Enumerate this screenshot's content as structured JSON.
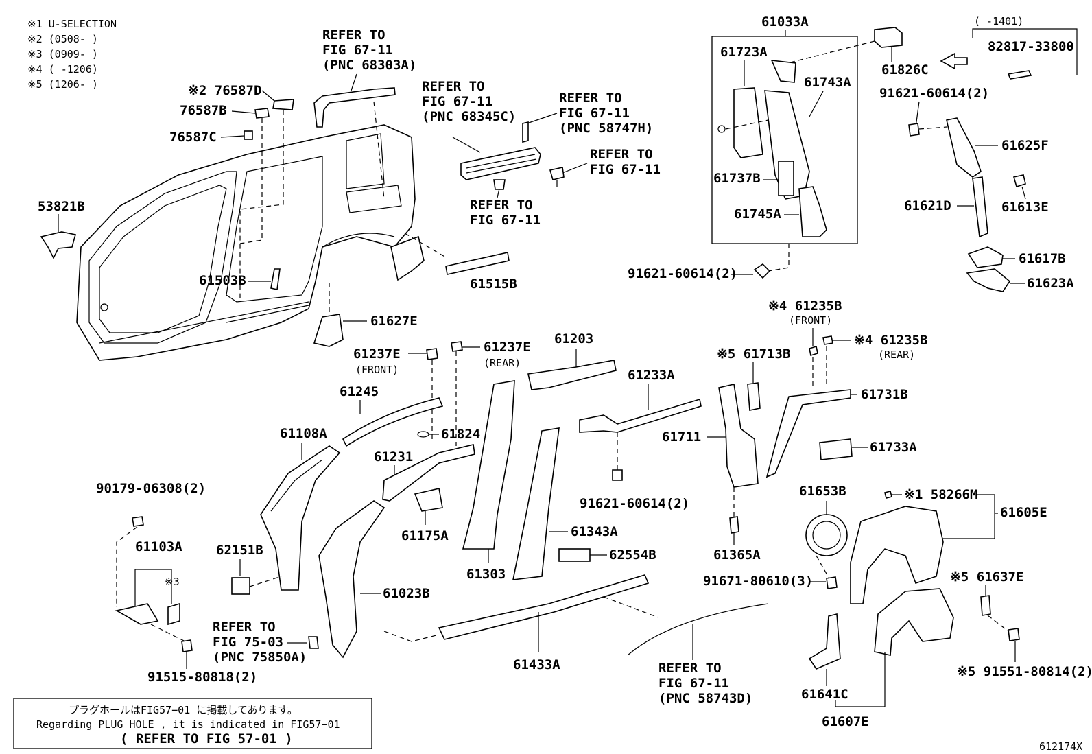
{
  "notes": [
    "※1 U-SELECTION",
    "※2 (0508-    )",
    "※3 (0909-    )",
    "※4 (    -1206)",
    "※5 (1206-    )"
  ],
  "range_label": "(    -1401)",
  "diagram_id": "612174X",
  "footer": {
    "line_jp": "プラグホールはFIG57−01 に掲載してあります。",
    "line_en": "Regarding PLUG HOLE , it is indicated in FIG57−01",
    "line_ref": "(  REFER TO FIG 57-01  )"
  },
  "labels": {
    "p76587D": "※2 76587D",
    "p76587B": "76587B",
    "p76587C": "76587C",
    "p53821B": "53821B",
    "p61503B": "61503B",
    "p61515B": "61515B",
    "p61627E": "61627E",
    "p61033A": "61033A",
    "p61723A": "61723A",
    "p61743A": "61743A",
    "p61737B": "61737B",
    "p61745A": "61745A",
    "p61826C": "61826C",
    "p82817": "82817-33800",
    "p91621a": "91621-60614(2)",
    "p91621b": "91621-60614(2)",
    "p91621c": "91621-60614(2)",
    "p61625F": "61625F",
    "p61621D": "61621D",
    "p61613E": "61613E",
    "p61617B": "61617B",
    "p61623A": "61623A",
    "p61235B_front": "※4 61235B",
    "front1": "(FRONT)",
    "p61235B_rear": "※4 61235B",
    "rear1": "(REAR)",
    "p61713B": "※5 61713B",
    "p61731B": "61731B",
    "p61733A": "61733A",
    "p61711": "61711",
    "p61233A": "61233A",
    "p61203": "61203",
    "p61237E_front": "61237E",
    "front2": "(FRONT)",
    "p61237E_rear": "61237E",
    "rear2": "(REAR)",
    "p61245": "61245",
    "p61824": "61824",
    "p61108A": "61108A",
    "p61231": "61231",
    "p61175A": "61175A",
    "p61303": "61303",
    "p61343A": "61343A",
    "p62554B": "62554B",
    "p62151B": "62151B",
    "p61023B": "61023B",
    "p90179": "90179-06308(2)",
    "p61103A": "61103A",
    "note3": "※3",
    "p91515": "91515-80818(2)",
    "p61433A": "61433A",
    "p61365A": "61365A",
    "p61653B": "61653B",
    "p91671": "91671-80610(3)",
    "p58266M": "※1 58266M",
    "p61605E": "61605E",
    "p61637E": "※5 61637E",
    "p91551": "※5 91551-80814(2)",
    "p61641C": "61641C",
    "p61607E": "61607E"
  },
  "refer_blocks": {
    "r68303A": [
      "REFER TO",
      "FIG 67-11",
      "(PNC 68303A)"
    ],
    "r68345C": [
      "REFER TO",
      "FIG 67-11",
      "(PNC 68345C)"
    ],
    "r58747H": [
      "REFER TO",
      "FIG 67-11",
      "(PNC 58747H)"
    ],
    "r6711a": [
      "REFER TO",
      "FIG 67-11"
    ],
    "r6711b": [
      "REFER TO",
      "FIG 67-11"
    ],
    "r75850A": [
      "REFER TO",
      "FIG 75-03",
      "(PNC 75850A)"
    ],
    "r58743D": [
      "REFER TO",
      "FIG 67-11",
      "(PNC 58743D)"
    ]
  }
}
